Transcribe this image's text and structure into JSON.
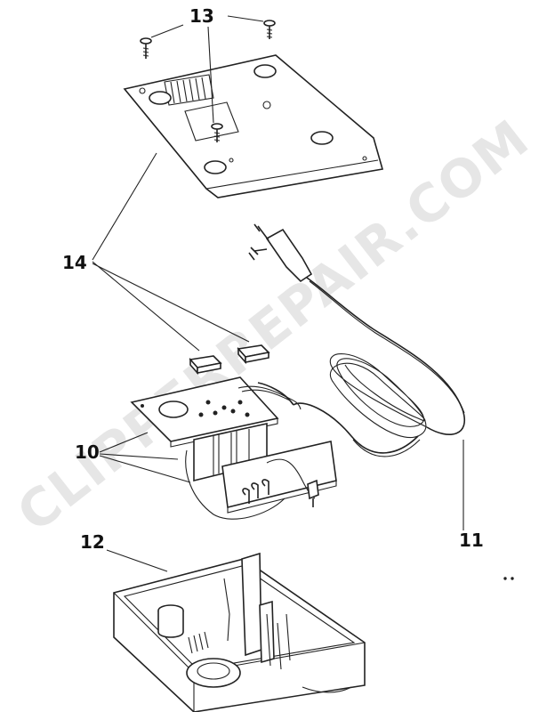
{
  "watermark": "CLIPPERREPAIR.COM",
  "callouts": [
    {
      "id": "13",
      "label": "13"
    },
    {
      "id": "14",
      "label": "14"
    },
    {
      "id": "10",
      "label": "10"
    },
    {
      "id": "11",
      "label": "11"
    },
    {
      "id": "12",
      "label": "12"
    }
  ]
}
